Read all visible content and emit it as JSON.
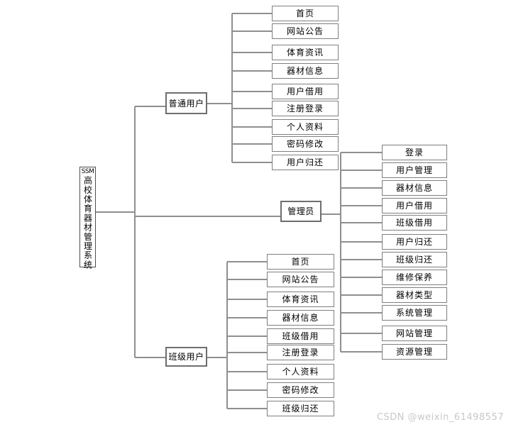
{
  "diagram": {
    "root": {
      "prefix": "SSM",
      "label": "高校体育器材管理系统",
      "full_title": "SSM高校体育器材管理系统"
    },
    "branches": [
      {
        "label": "普通用户",
        "children": [
          "首页",
          "网站公告",
          "体育资讯",
          "器材信息",
          "用户借用",
          "注册登录",
          "个人资料",
          "密码修改",
          "用户归还"
        ]
      },
      {
        "label": "管理员",
        "children": [
          "登录",
          "用户管理",
          "器材信息",
          "用户借用",
          "班级借用",
          "用户归还",
          "班级归还",
          "维修保养",
          "器材类型",
          "系统管理",
          "网站管理",
          "资源管理"
        ]
      },
      {
        "label": "班级用户",
        "children": [
          "首页",
          "网站公告",
          "体育资讯",
          "器材信息",
          "班级借用",
          "注册登录",
          "个人资料",
          "密码修改",
          "班级归还"
        ]
      }
    ]
  },
  "watermark": "CSDN @weixin_61498557",
  "colors": {
    "line": "#8f8f8f",
    "box_border": "#7f7f7f",
    "branch_border": "#6e6e6e",
    "root_border": "#4f4f4f",
    "text": "#000000",
    "watermark": "#c8c8c8",
    "background": "#ffffff"
  }
}
